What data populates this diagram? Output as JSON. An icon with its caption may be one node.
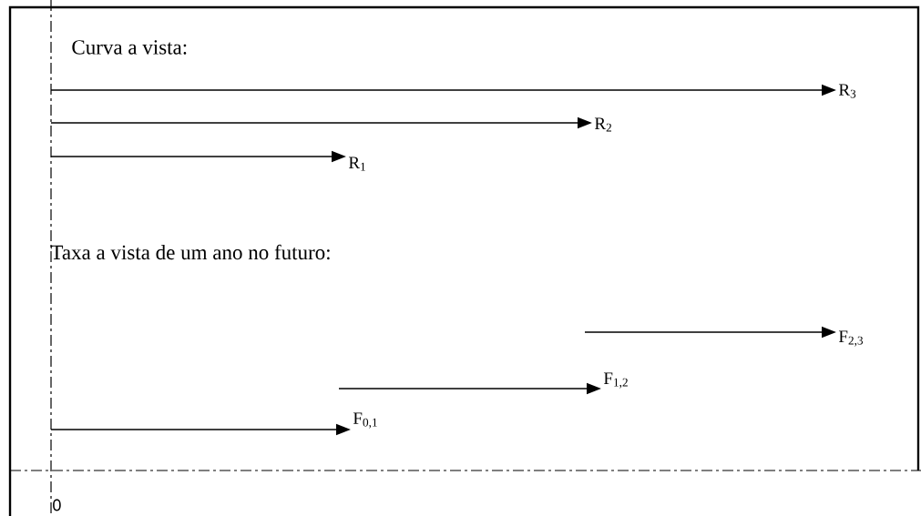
{
  "diagram": {
    "nodes": [
      {
        "text": [
          "R$_{3}$"
        ]
      },
      {
        "text": [
          "R$_{2}$"
        ]
      },
      {
        "text": [
          "R$_{1}$"
        ]
      },
      {
        "text": [
          "F$_{2,3}$"
        ]
      },
      {
        "text": [
          "F$_{1,2}$"
        ]
      },
      {
        "text": [
          "F$_{0,1}$"
        ]
      }
    ],
    "edges": [
      {
        "from": null,
        "to": 0,
        "arrow": "to"
      },
      {
        "from": null,
        "to": 1,
        "arrow": "to"
      },
      {
        "from": null,
        "to": 2,
        "arrow": "to"
      },
      {
        "from": null,
        "to": 3,
        "arrow": "to"
      },
      {
        "from": null,
        "to": 4,
        "arrow": "to"
      },
      {
        "from": null,
        "to": 5,
        "arrow": "to"
      }
    ],
    "labels": [
      "Curva a vista:",
      "Taxa a vista de um ano no futuro:",
      "0"
    ]
  }
}
